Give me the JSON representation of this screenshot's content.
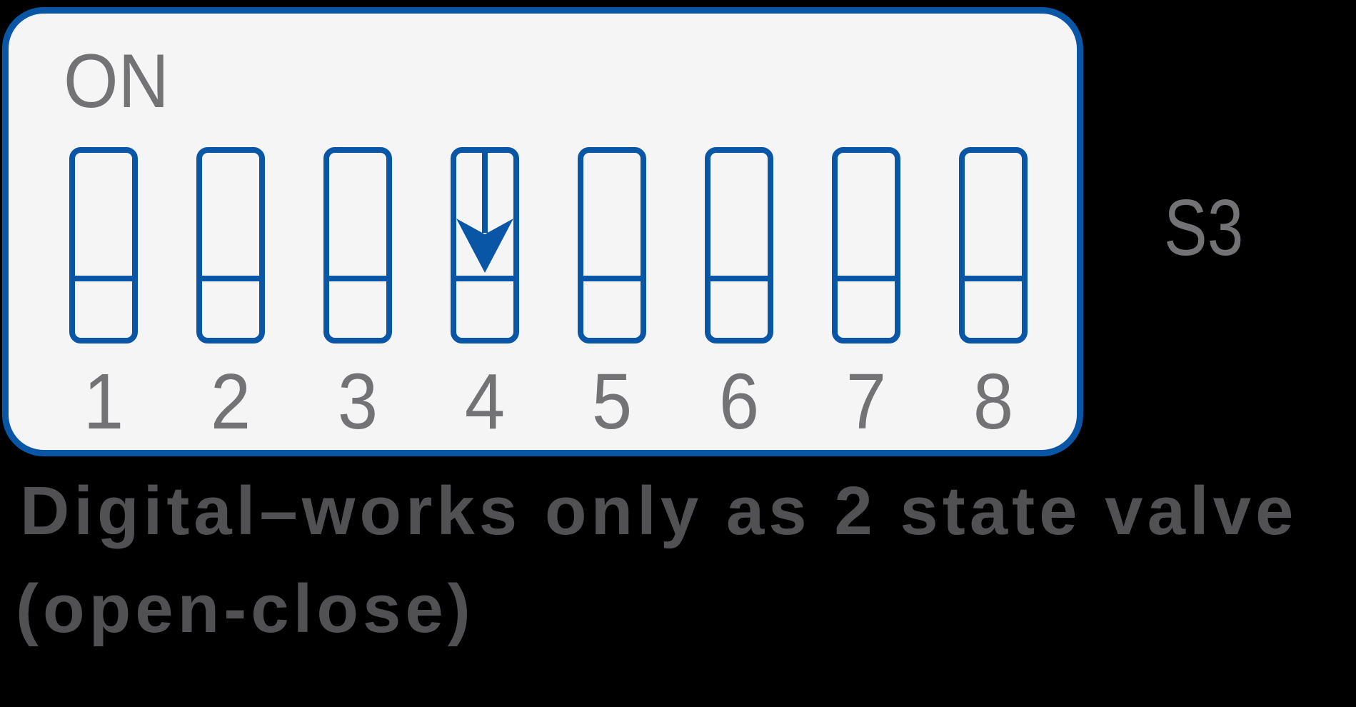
{
  "colors": {
    "background": "#000000",
    "panel_fill": "#f5f5f6",
    "switch_blue": "#0a56a6",
    "label_gray": "#737375",
    "caption_gray": "#515153"
  },
  "panel": {
    "on_label": "ON",
    "s3_label": "S3"
  },
  "switches": [
    {
      "number": "1",
      "arrow": false
    },
    {
      "number": "2",
      "arrow": false
    },
    {
      "number": "3",
      "arrow": false
    },
    {
      "number": "4",
      "arrow": true
    },
    {
      "number": "5",
      "arrow": false
    },
    {
      "number": "6",
      "arrow": false
    },
    {
      "number": "7",
      "arrow": false
    },
    {
      "number": "8",
      "arrow": false
    }
  ],
  "caption": {
    "line1": "Digital–works only as 2 state valve",
    "line2": "(open-close)"
  }
}
